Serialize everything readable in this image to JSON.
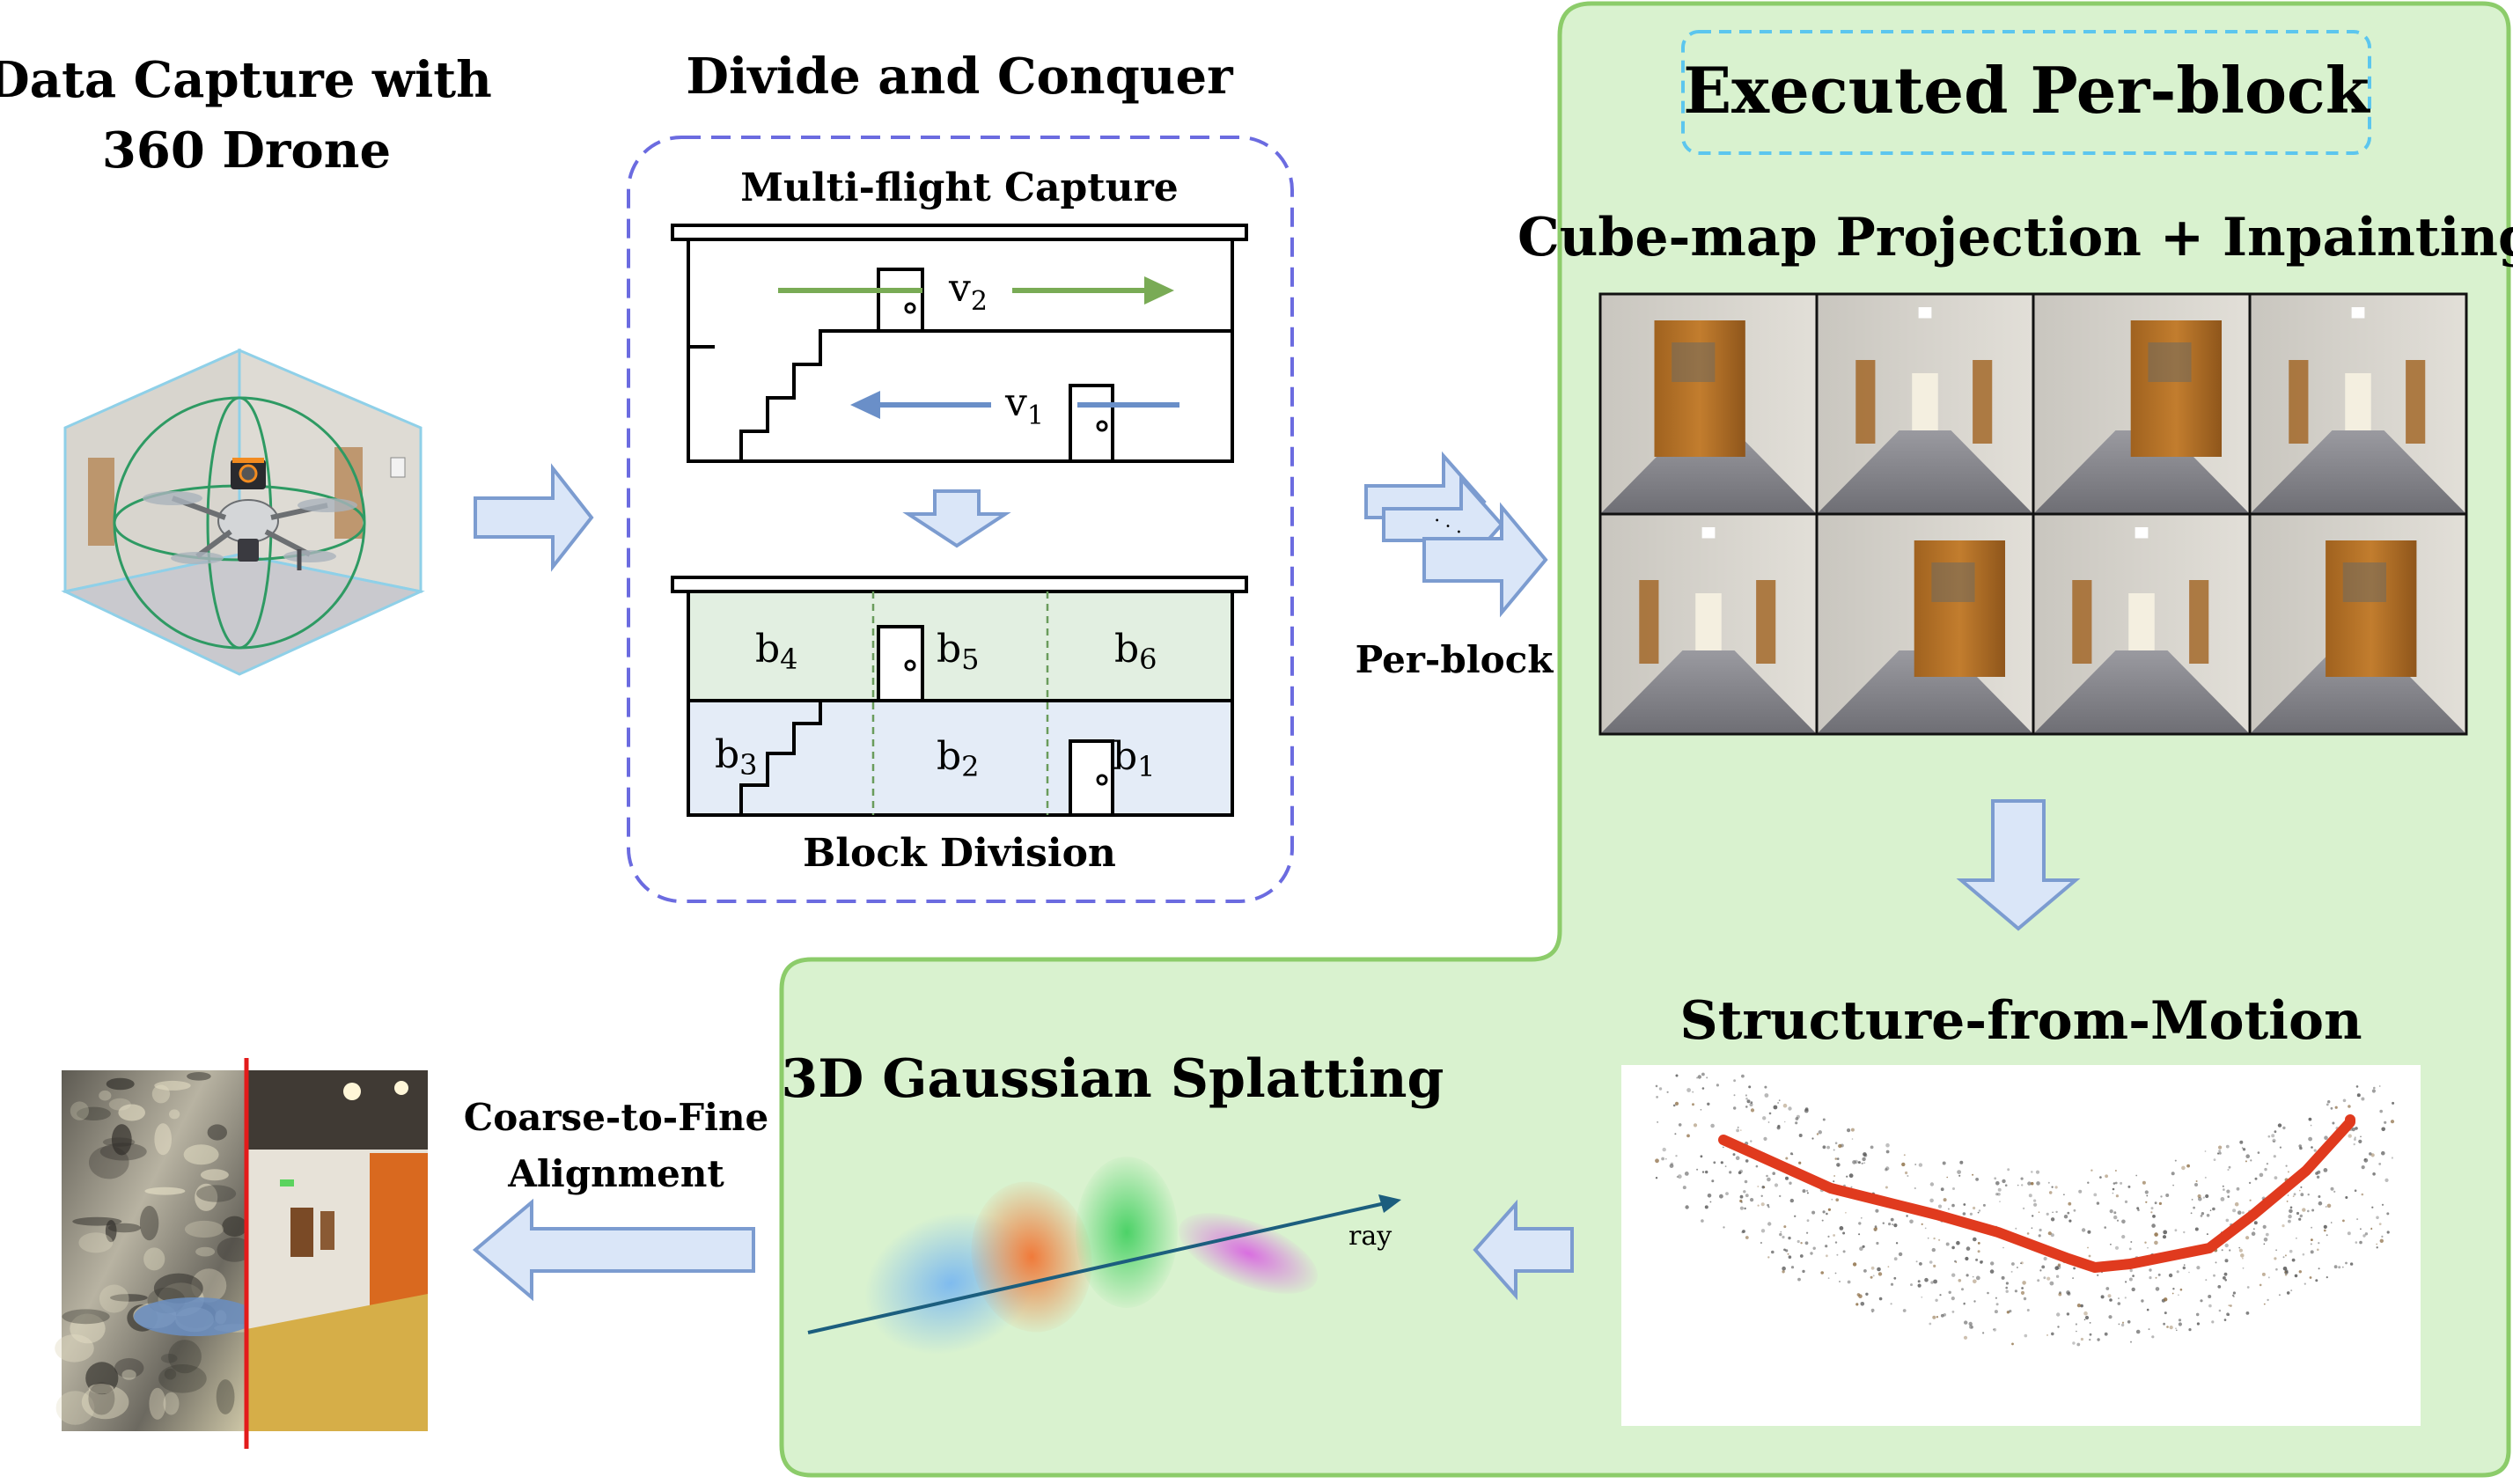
{
  "titles": {
    "data_capture_line1": "Data Capture with",
    "data_capture_line2": "360 Drone",
    "divide_and_conquer": "Divide and Conquer",
    "multi_flight": "Multi-flight Capture",
    "block_division": "Block Division",
    "per_block": "Per-block",
    "executed_per_block": "Executed Per-block",
    "cube_map": "Cube-map Projection + Inpainting",
    "sfm": "Structure-from-Motion",
    "gaussian": "3D Gaussian Splatting",
    "coarse_line1": "Coarse-to-Fine",
    "coarse_line2": "Alignment",
    "ray": "ray",
    "ellipsis": "· · ·"
  },
  "flights": [
    {
      "main": "v",
      "sub": "2"
    },
    {
      "main": "v",
      "sub": "1"
    }
  ],
  "blocks": [
    {
      "main": "b",
      "sub": "4"
    },
    {
      "main": "b",
      "sub": "5"
    },
    {
      "main": "b",
      "sub": "6"
    },
    {
      "main": "b",
      "sub": "3"
    },
    {
      "main": "b",
      "sub": "2"
    },
    {
      "main": "b",
      "sub": "1"
    }
  ],
  "colors": {
    "green_panel_fill": "#d9f2cf",
    "green_panel_border": "#8ccc6a",
    "dashed_purple": "#6b6be0",
    "dashed_cyan": "#5cc6ee",
    "arrow_fill": "#dae6f8",
    "arrow_stroke": "#7c9cd0",
    "flight_green": "#79ab55",
    "flight_blue": "#6a8fc8",
    "block_top": "#e2efe1",
    "block_bottom": "#e4ecf7",
    "sfm_track": "#e03a1e",
    "red_divider": "#e31b1b"
  },
  "icons": {
    "drone": "drone-icon",
    "door": "door-icon"
  }
}
